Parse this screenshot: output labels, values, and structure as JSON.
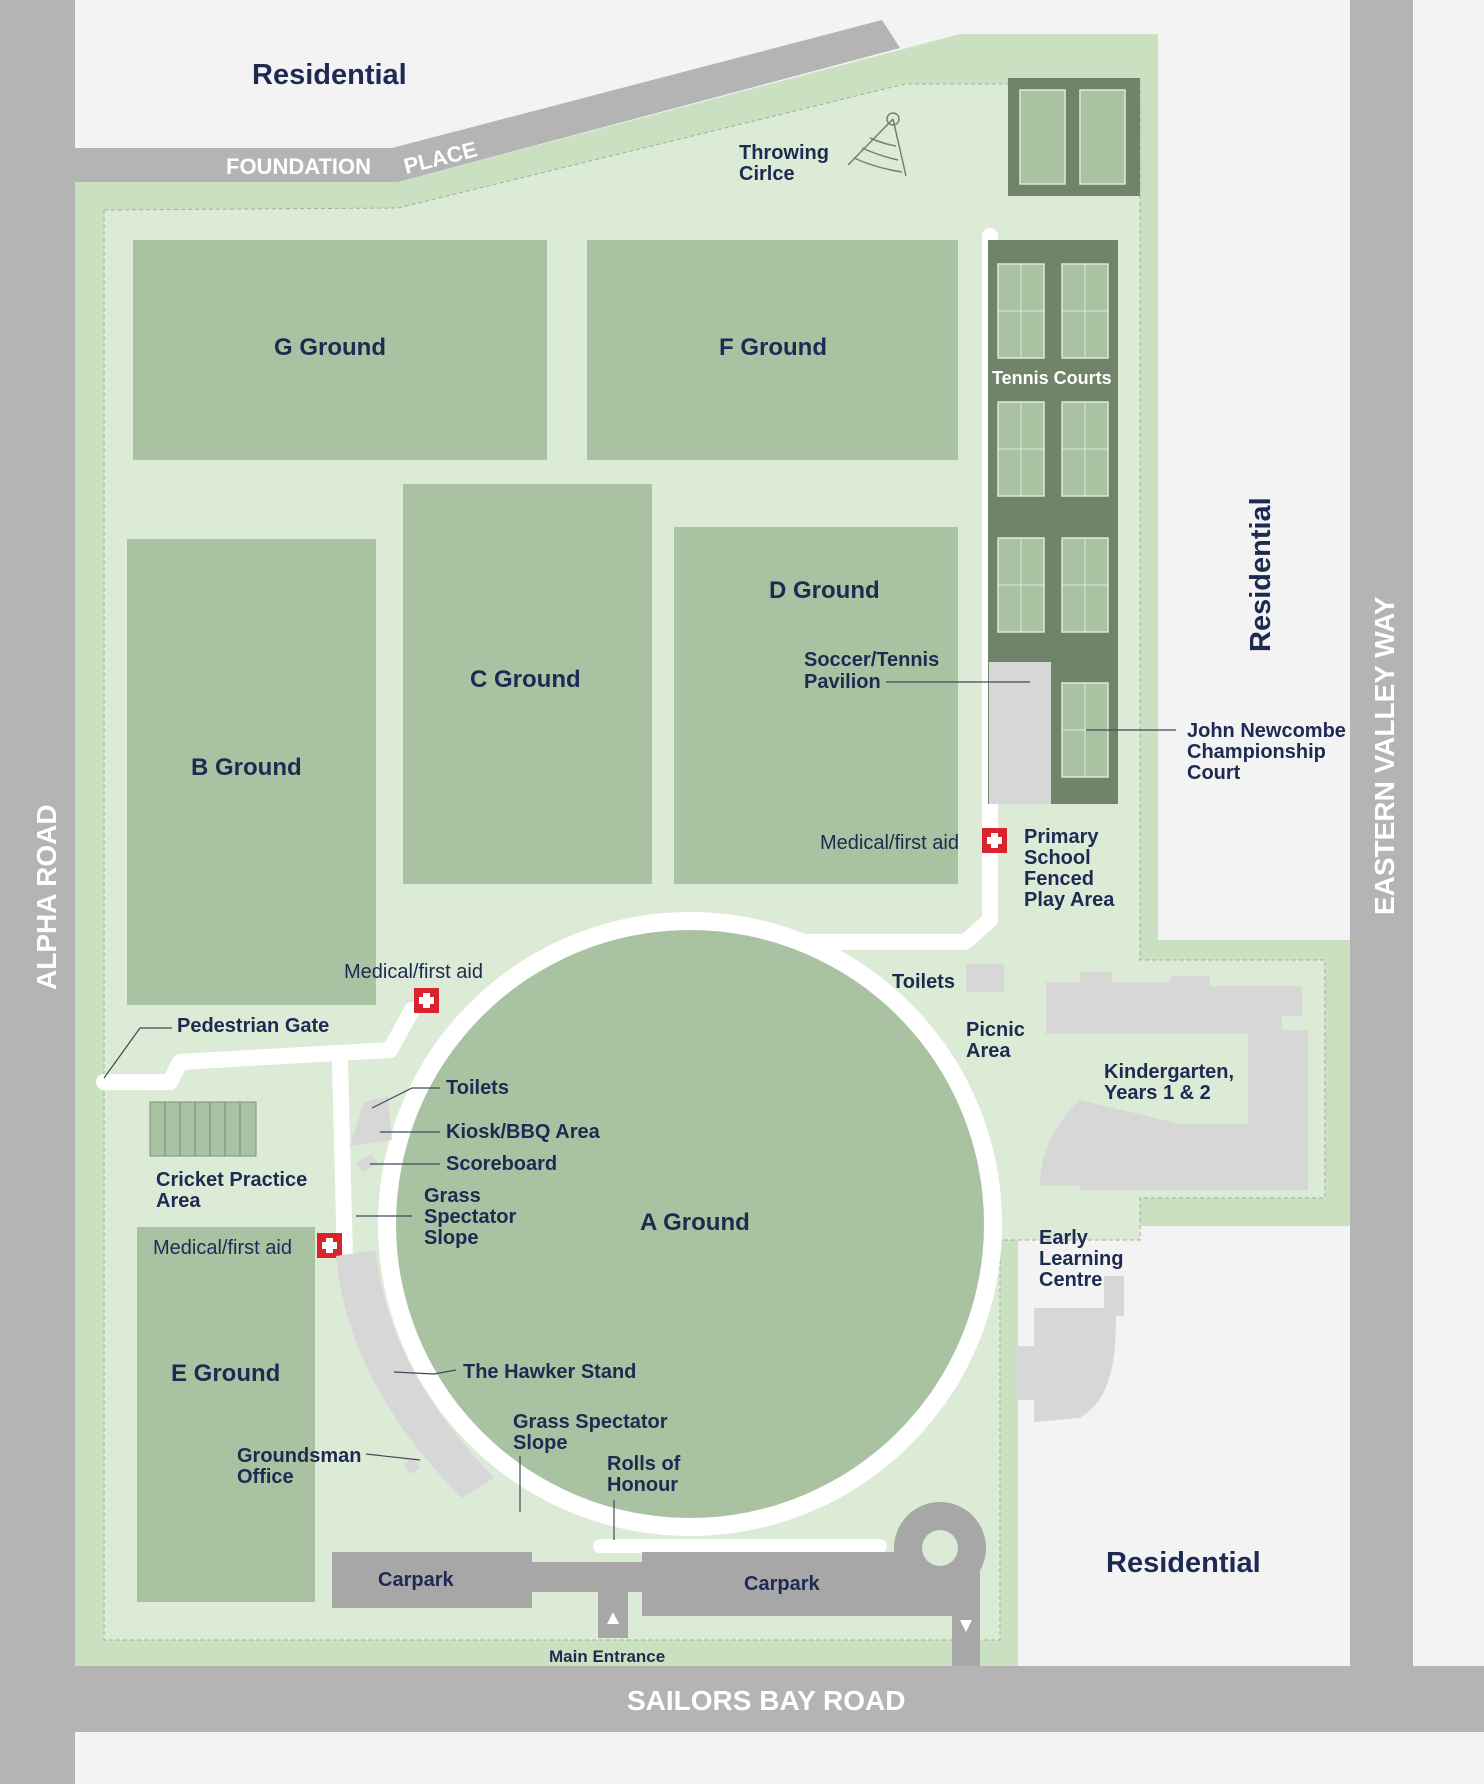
{
  "colors": {
    "background": "#f3f3f4",
    "road": "#b4b4b4",
    "park": "#dcebd5",
    "park_border": "#c9e1c1",
    "field": "#a9c2a2",
    "court_dark": "#6f8468",
    "court": "#a9c2a2",
    "building": "#d7d7d7",
    "carpark": "#a7a7a7",
    "path": "#ffffff",
    "label": "#1f2a52",
    "medical": "#d9232d"
  },
  "roads": {
    "alpha": "ALPHA ROAD",
    "sailors_bay": "SAILORS BAY ROAD",
    "eastern_valley": "EASTERN VALLEY WAY",
    "foundation_1": "FOUNDATION",
    "foundation_2": "PLACE"
  },
  "residential": {
    "top": "Residential",
    "right": "Residential",
    "bottom_right": "Residential"
  },
  "grounds": {
    "g": "G Ground",
    "f": "F Ground",
    "b": "B Ground",
    "c": "C Ground",
    "d": "D Ground",
    "a": "A Ground",
    "e": "E Ground"
  },
  "labels": {
    "throwing_1": "Throwing",
    "throwing_2": "Cirlce",
    "tennis_courts": "Tennis Courts",
    "soccer_1": "Soccer/Tennis",
    "soccer_2": "Pavilion",
    "newcombe_1": "John Newcombe",
    "newcombe_2": "Championship",
    "newcombe_3": "Court",
    "primary_1": "Primary",
    "primary_2": "School",
    "primary_3": "Fenced",
    "primary_4": "Play Area",
    "toilets_east": "Toilets",
    "picnic_1": "Picnic",
    "picnic_2": "Area",
    "kinder_1": "Kindergarten,",
    "kinder_2": "Years 1 & 2",
    "early_1": "Early",
    "early_2": "Learning",
    "early_3": "Centre",
    "pedestrian_gate": "Pedestrian Gate",
    "toilets_west": "Toilets",
    "kiosk": "Kiosk/BBQ Area",
    "scoreboard": "Scoreboard",
    "cricket_1": "Cricket Practice",
    "cricket_2": "Area",
    "grass_1": "Grass",
    "grass_2": "Spectator",
    "grass_3": "Slope",
    "hawker": "The Hawker Stand",
    "grass_s_1": "Grass Spectator",
    "grass_s_2": "Slope",
    "rolls_1": "Rolls of",
    "rolls_2": "Honour",
    "groundsman_1": "Groundsman",
    "groundsman_2": "Office",
    "carpark_west": "Carpark",
    "carpark_east": "Carpark",
    "main_entrance": "Main Entrance",
    "medical_1": "Medical/first aid",
    "medical_2": "Medical/first aid",
    "medical_3": "Medical/first aid"
  }
}
